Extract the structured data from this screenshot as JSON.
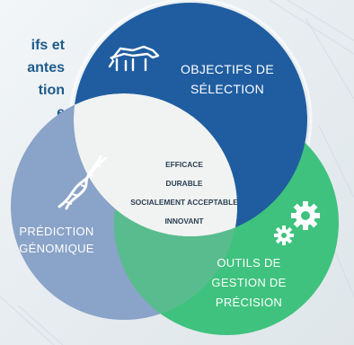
{
  "side_text": {
    "line1": "ifs et",
    "line2": "antes",
    "line3": "tion",
    "line4": "e"
  },
  "circles": {
    "objectifs": {
      "line1": "OBJECTIFS DE",
      "line2": "SÉLECTION",
      "color": "#1f5da0"
    },
    "prediction": {
      "line1": "PRÉDICTION",
      "line2": "GÉNOMIQUE",
      "color": "#8aa3c8"
    },
    "outils": {
      "line1": "OUTILS DE",
      "line2": "GESTION DE",
      "line3": "PRÉCISION",
      "color": "#3fc27e"
    }
  },
  "center": {
    "items": [
      "EFFICACE",
      "DURABLE",
      "SOCIALEMENT ACCEPTABLE",
      "INNOVANT"
    ],
    "color": "#f1f3f2"
  },
  "icons": [
    "farmer-cow-icon",
    "dna-icon",
    "gears-icon"
  ]
}
